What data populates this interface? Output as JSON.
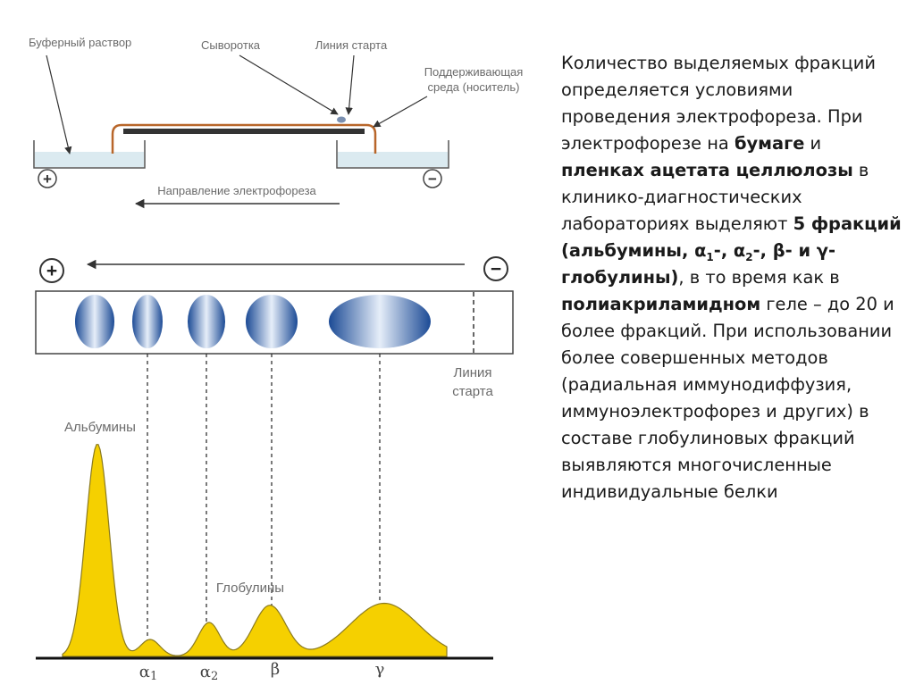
{
  "top_diagram": {
    "buffer_label": "Буферный раствор",
    "serum_label": "Сыворотка",
    "start_line_label": "Линия старта",
    "medium_label_1": "Поддерживающая",
    "medium_label_2": "среда (носитель)",
    "direction_label": "Направление электрофореза",
    "plus_sign": "+",
    "minus_sign": "−"
  },
  "strip": {
    "plus_sign": "+",
    "minus_sign": "−",
    "start_line_1": "Линия",
    "start_line_2": "старта"
  },
  "chart_data": {
    "type": "area",
    "categories": [
      "Альбумины",
      "α1",
      "α2",
      "β",
      "γ"
    ],
    "values": [
      1.0,
      0.08,
      0.16,
      0.24,
      0.25
    ],
    "labels": {
      "albumin": "Альбумины",
      "globulins": "Глобулины",
      "alpha1": "α",
      "alpha1_sub": "1",
      "alpha2": "α",
      "alpha2_sub": "2",
      "beta": "β",
      "gamma": "γ"
    },
    "colors": {
      "fill": "#f5d000",
      "stroke": "#8a7a20"
    }
  },
  "text": {
    "p1": "Количество выделяемых фракций определяется условиями проведения электрофореза. При электрофорезе на ",
    "b1": "бумаге",
    "p2": " и ",
    "b2": "пленках ацетата целлюлозы",
    "p3": " в клинико-диагностических лабораториях выделяют ",
    "b3": "5 фракций (альбумины, α",
    "b3_sub1": "1",
    "b3_mid": "-, α",
    "b3_sub2": "2",
    "b3_end": "-, β- и γ-глобулины)",
    "p4": ", в то время как в ",
    "b4": "полиакриламидном",
    "p5": " геле – до 20 и более фракций. При использовании более совершенных методов (радиальная иммунодиффузия, иммуноэлектрофорез и других) в составе глобулиновых фракций выявляются многочисленные индивидуальные белки"
  }
}
